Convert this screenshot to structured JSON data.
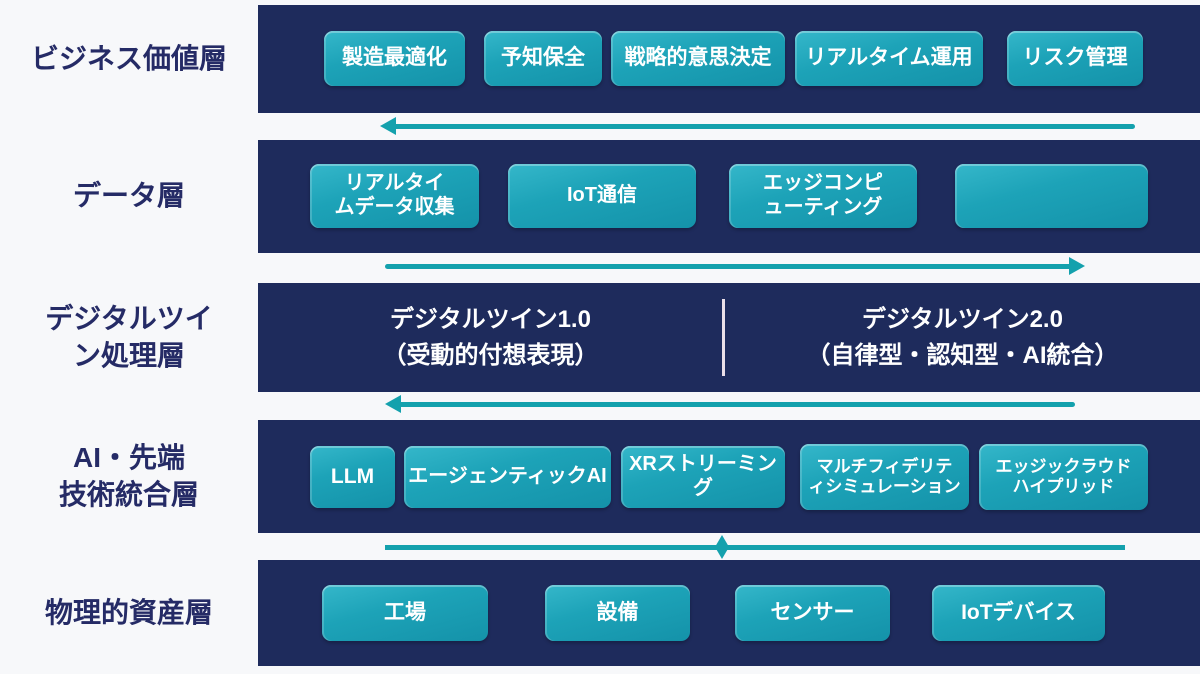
{
  "palette": {
    "background": "#f7f8fa",
    "band_navy": "#1e2b5c",
    "chip_teal": "#1da3b8",
    "arrow_teal": "#14a1ad",
    "label_navy": "#252b66",
    "chip_text": "#ffffff",
    "divider": "#eadfe9"
  },
  "layers": [
    {
      "label": "ビジネス価値層",
      "chips": [
        "製造最適化",
        "予知保全",
        "戦略的意思決定",
        "リアルタイム運用",
        "リスク管理"
      ]
    },
    {
      "label": "データ層",
      "chips": [
        "リアルタイ\nムデータ収集",
        "IoT通信",
        "エッジコンピ\nューティング",
        ""
      ]
    },
    {
      "label": "デジタルツイ\nン処理層",
      "texts": [
        "デジタルツイン1.0\n（受動的付想表現）",
        "デジタルツイン2.0\n（自律型・認知型・AI統合）"
      ]
    },
    {
      "label": "AI・先端\n技術統合層",
      "chips": [
        "LLM",
        "エージェンティックAI",
        "XRストリーミング",
        "マルチフィデリテ\nィシミュレーション",
        "エッジックラウド\nハイプリッド"
      ]
    },
    {
      "label": "物理的資産層",
      "chips": [
        "工場",
        "設備",
        "センサー",
        "IoTデバイス"
      ]
    }
  ],
  "arrows": [
    {
      "between": "business-data",
      "direction": "left"
    },
    {
      "between": "data-digitaltwin",
      "direction": "right"
    },
    {
      "between": "digitaltwin-ai",
      "direction": "left"
    },
    {
      "between": "ai-physical",
      "type": "line-with-diamond"
    }
  ]
}
